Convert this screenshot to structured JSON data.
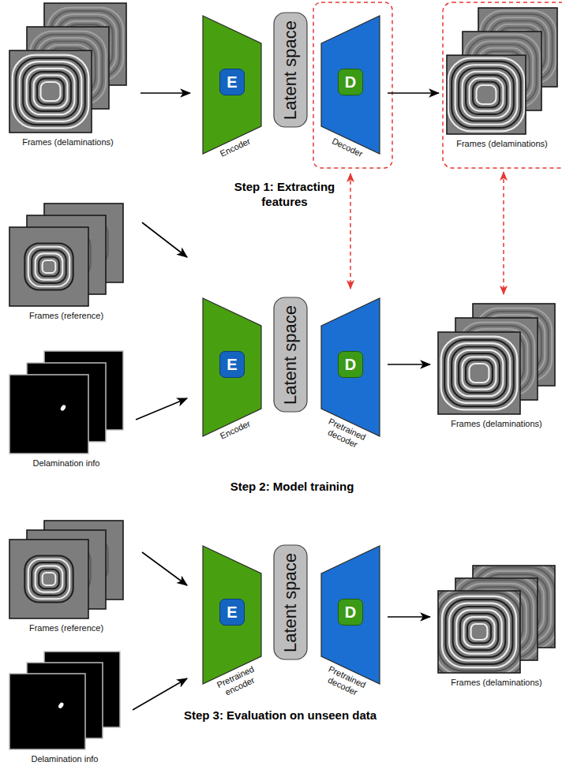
{
  "diagram": {
    "nodes": [
      {
        "text": [
          "Frames (delaminations)"
        ]
      },
      {
        "text": [
          "E",
          "Encoder"
        ]
      },
      {
        "text": [
          "Latent space"
        ]
      },
      {
        "text": [
          "D",
          "Decoder"
        ]
      },
      {
        "text": [
          "Frames (delaminations)"
        ]
      },
      {
        "text": [
          "Frames (reference)"
        ]
      },
      {
        "text": [
          "E",
          "Encoder"
        ]
      },
      {
        "text": [
          "Latent space"
        ]
      },
      {
        "text": [
          "D",
          "Pretrained decoder"
        ]
      },
      {
        "text": [
          "Frames (delaminations)"
        ]
      },
      {
        "text": [
          "Delamination info"
        ]
      },
      {
        "text": [
          "Frames (reference)"
        ]
      },
      {
        "text": [
          "E",
          "Pretrained encoder"
        ]
      },
      {
        "text": [
          "Latent space"
        ]
      },
      {
        "text": [
          "D",
          "Pretrained decoder"
        ]
      },
      {
        "text": [
          "Frames (delaminations)"
        ]
      },
      {
        "text": [
          "Delamination info"
        ]
      }
    ],
    "edges": [
      {
        "from": 0,
        "to": 1,
        "arrow": "to"
      },
      {
        "from": 3,
        "to": 4,
        "arrow": "to"
      },
      {
        "from": 5,
        "to": 6,
        "arrow": "to"
      },
      {
        "from": 10,
        "to": 6,
        "arrow": "to"
      },
      {
        "from": 8,
        "to": 9,
        "arrow": "to"
      },
      {
        "from": 11,
        "to": 12,
        "arrow": "to"
      },
      {
        "from": 16,
        "to": 12,
        "arrow": "to"
      },
      {
        "from": 14,
        "to": 15,
        "arrow": "to"
      },
      {
        "from": 3,
        "to": 8,
        "arrow": "both"
      },
      {
        "from": 4,
        "to": 9,
        "arrow": "both"
      }
    ],
    "labels": [
      "Step 1: Extracting features",
      "Step 2: Model training",
      "Step 3: Evaluation on unseen data"
    ]
  }
}
